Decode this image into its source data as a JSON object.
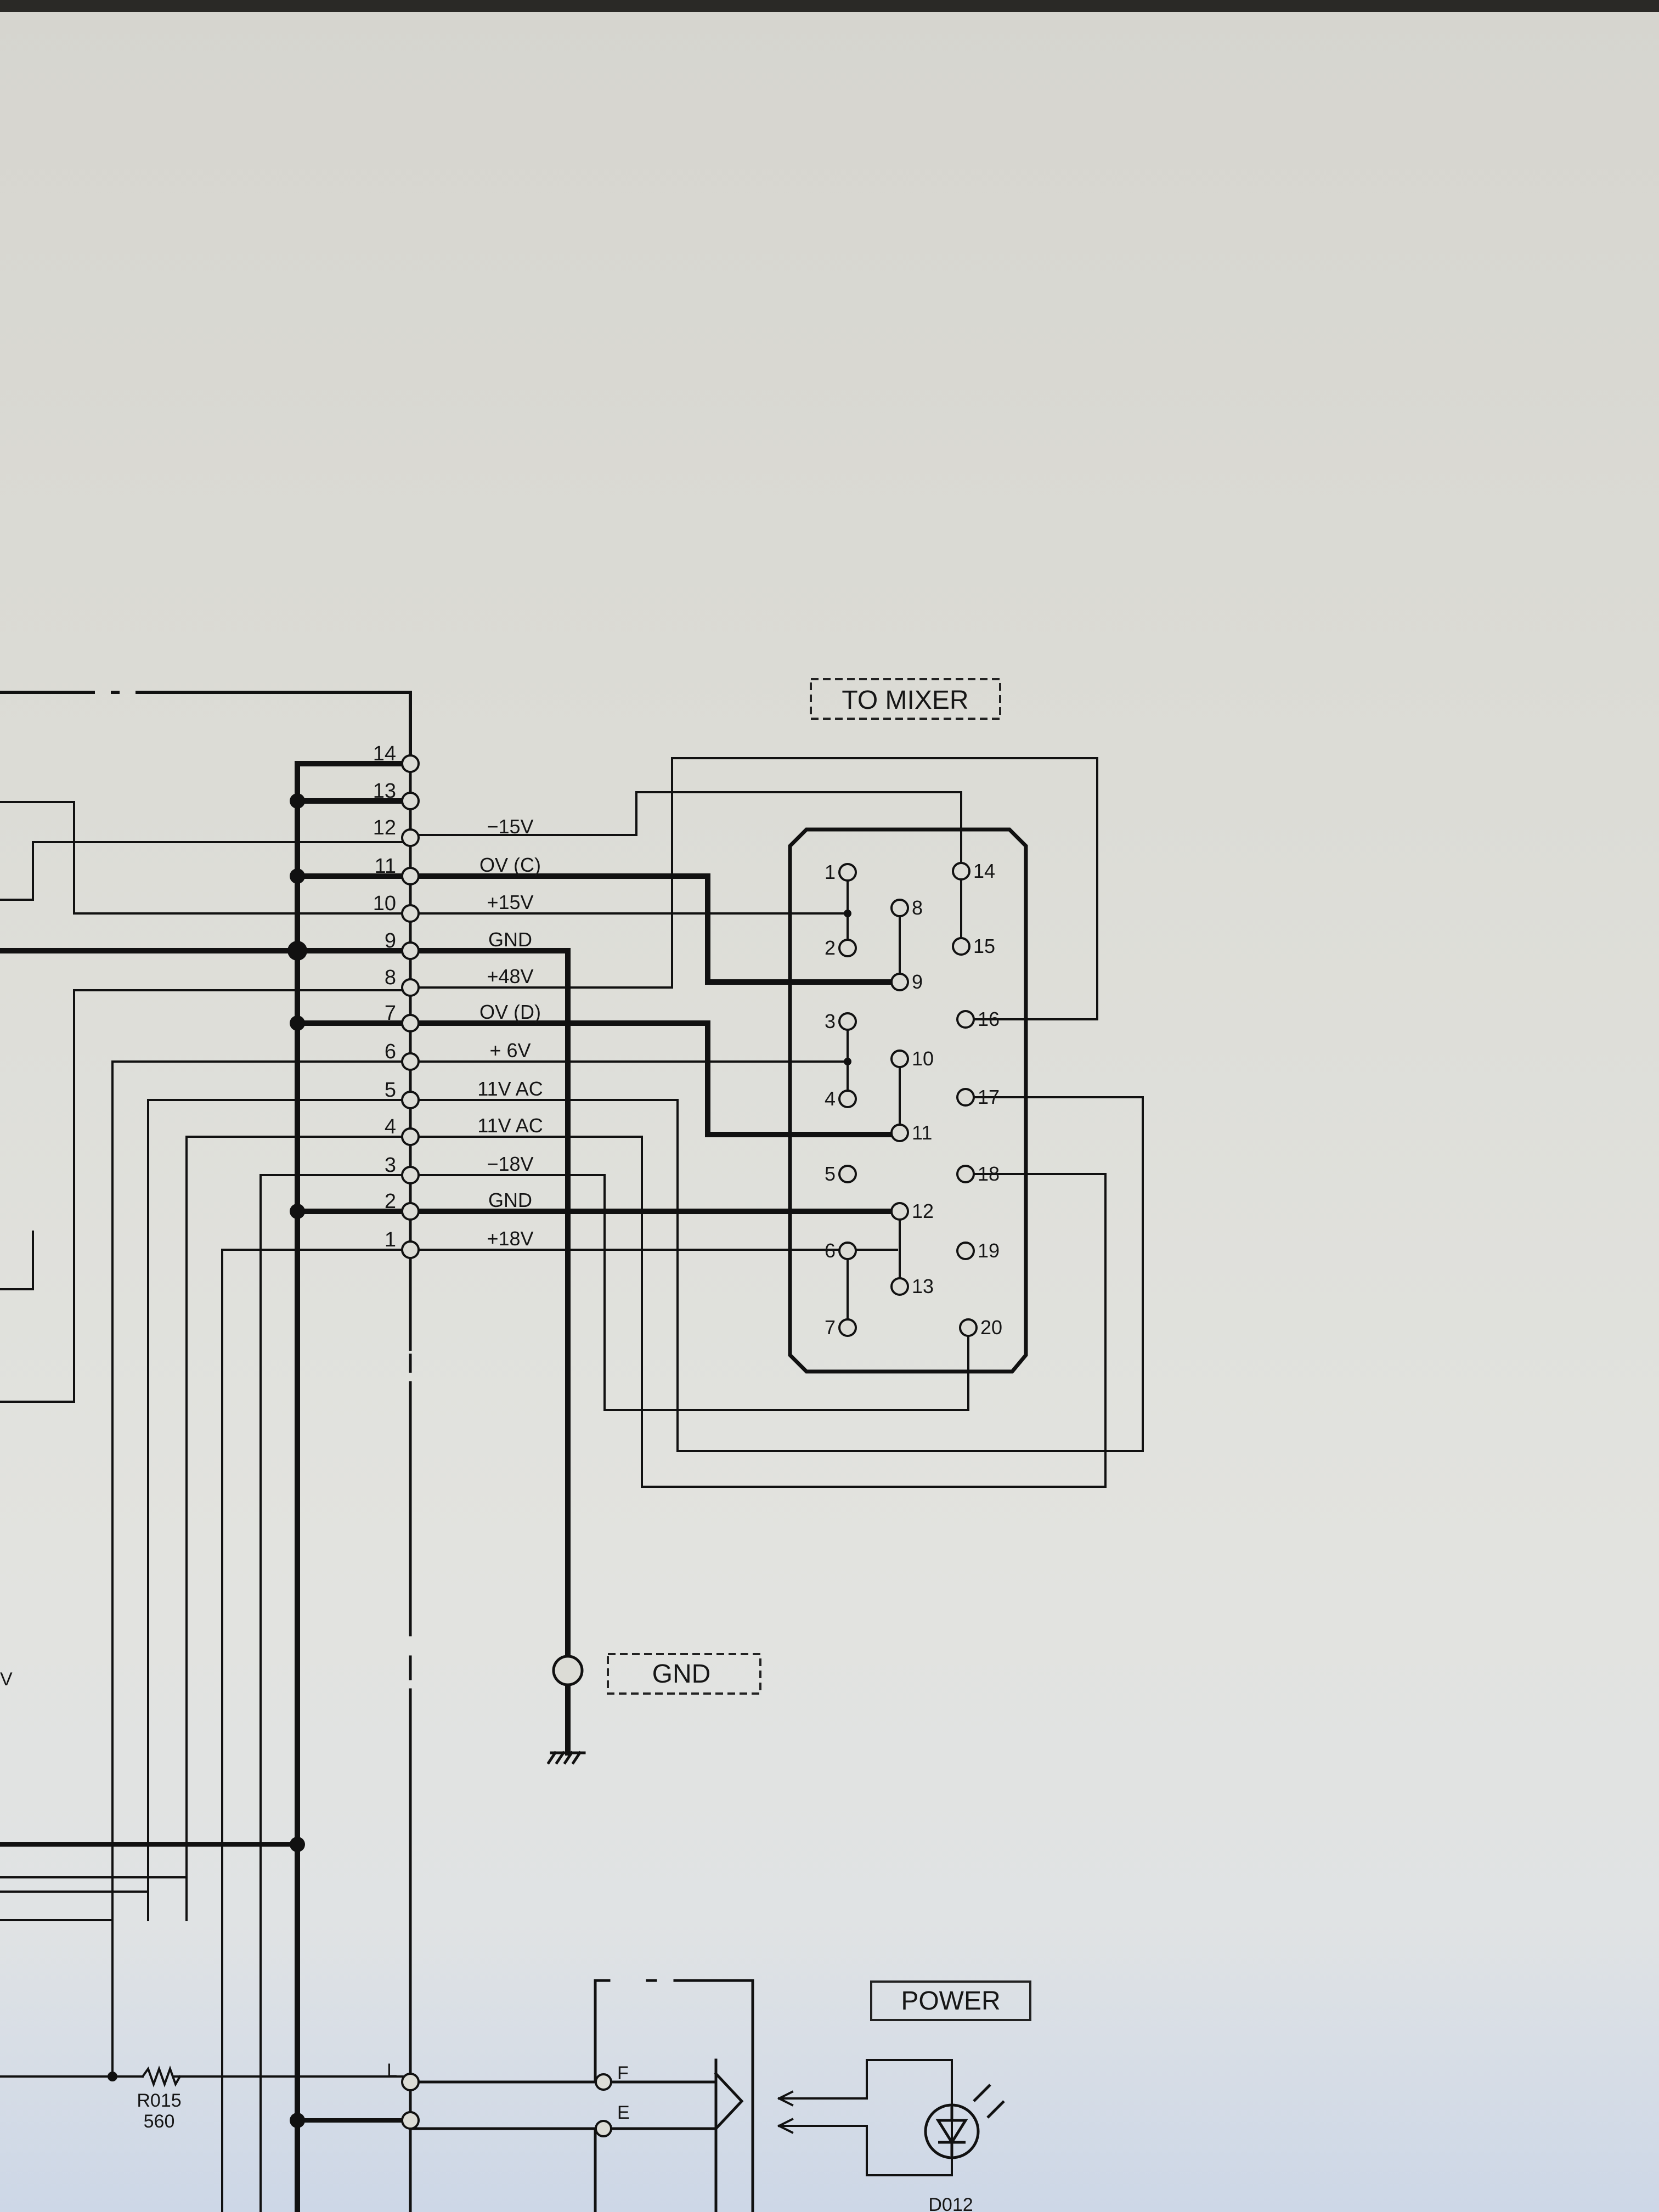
{
  "mixer_label": "TO MIXER",
  "gnd_terminal_label": "GND",
  "power_label": "POWER",
  "left_connector_pins": [
    {
      "num": "14",
      "signal": ""
    },
    {
      "num": "13",
      "signal": ""
    },
    {
      "num": "12",
      "signal": "−15V"
    },
    {
      "num": "11",
      "signal": "OV (C)"
    },
    {
      "num": "10",
      "signal": "+15V"
    },
    {
      "num": "9",
      "signal": "GND"
    },
    {
      "num": "8",
      "signal": "+48V"
    },
    {
      "num": "7",
      "signal": "OV (D)"
    },
    {
      "num": "6",
      "signal": "+ 6V"
    },
    {
      "num": "5",
      "signal": "11V AC"
    },
    {
      "num": "4",
      "signal": "11V AC"
    },
    {
      "num": "3",
      "signal": "−18V"
    },
    {
      "num": "2",
      "signal": "GND"
    },
    {
      "num": "1",
      "signal": "+18V"
    }
  ],
  "mixer_connector_pins": [
    "1",
    "2",
    "3",
    "4",
    "5",
    "6",
    "7",
    "8",
    "9",
    "10",
    "11",
    "12",
    "13",
    "14",
    "15",
    "16",
    "17",
    "18",
    "19",
    "20"
  ],
  "bottom_pin_labels": [
    "L",
    "F",
    "E"
  ],
  "resistor": {
    "ref": "R015",
    "value": "560"
  },
  "led_ref": "D012",
  "edge_text": "V"
}
